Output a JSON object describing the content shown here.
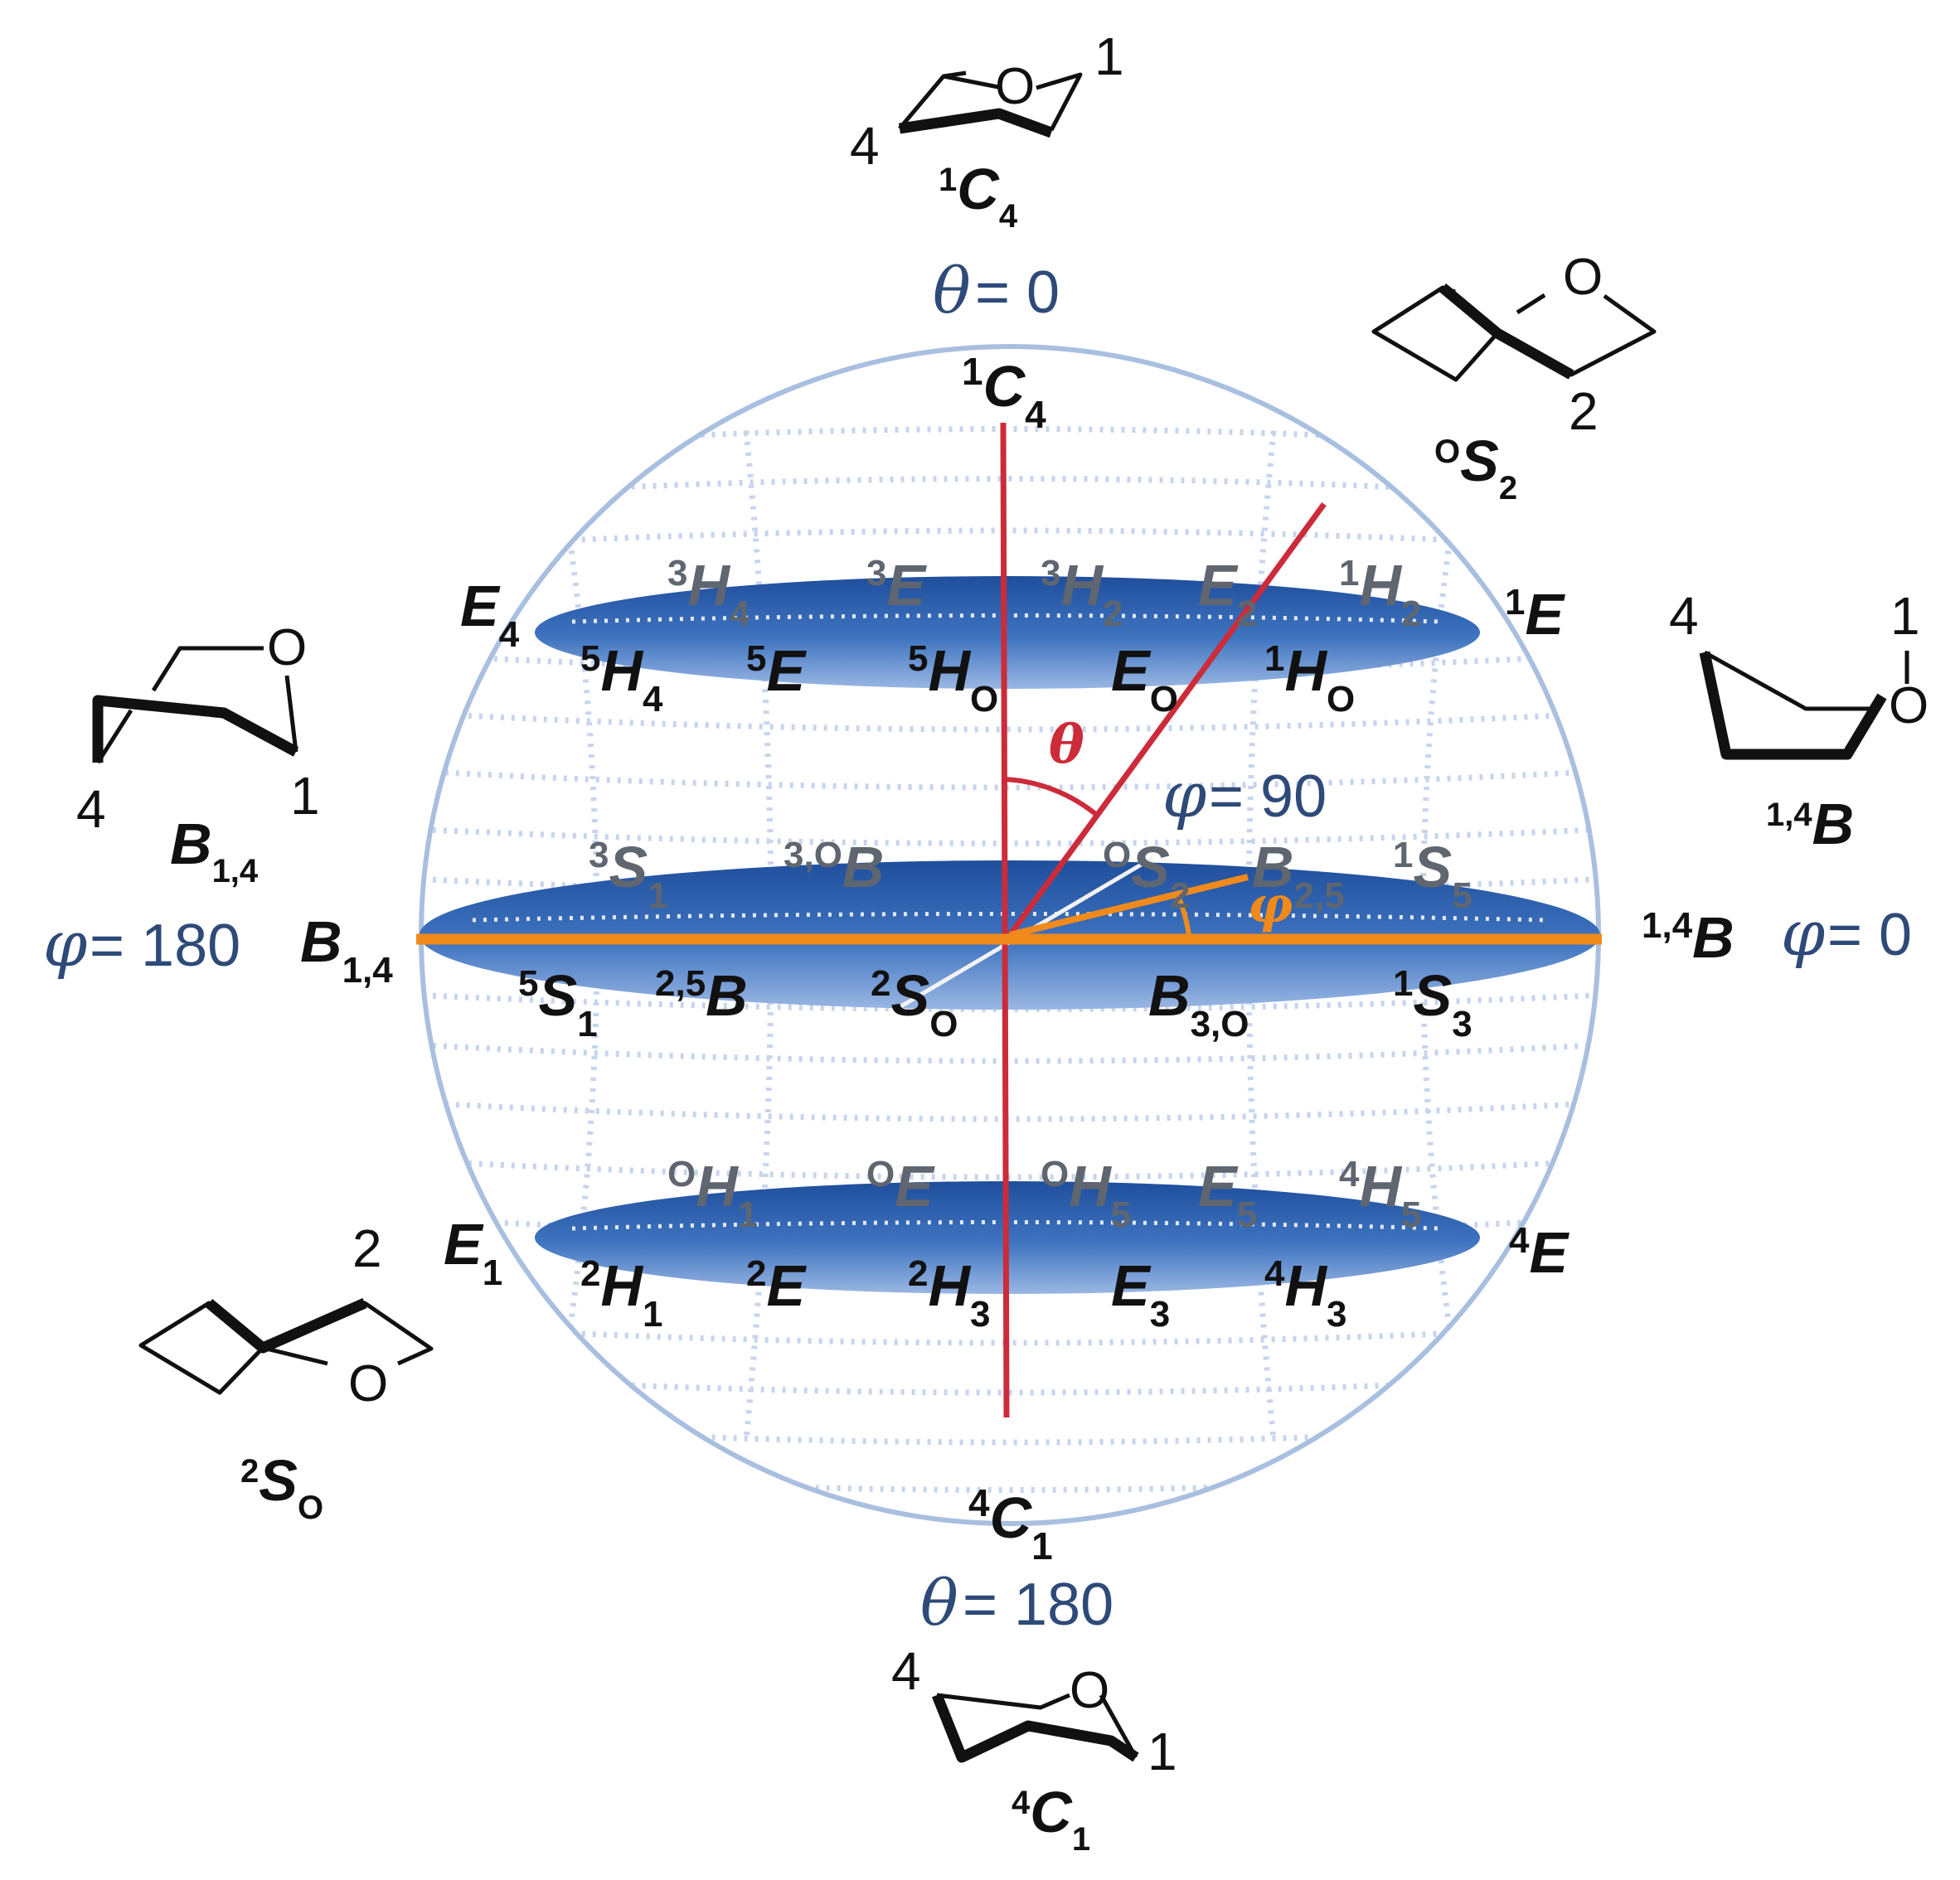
{
  "colors": {
    "sphere_outline": "#a9bfe0",
    "sphere_dots": "#c7d5ec",
    "band_blue": "#2f5fa8",
    "axis_red": "#cc2b3a",
    "axis_orange": "#f08a1c",
    "angle_text": "#2e4a78"
  },
  "angles": {
    "theta_symbol": "θ",
    "phi_symbol": "φ",
    "theta_top": "= 0",
    "theta_bottom": "= 180",
    "phi_right": "= 0",
    "phi_left": "= 180",
    "phi_mid": "= 90"
  },
  "poles": {
    "top": {
      "main": "C",
      "sup": "1",
      "sub": "4"
    },
    "bottom": {
      "main": "C",
      "sup": "4",
      "sub": "1"
    }
  },
  "upper_ring": {
    "back": [
      {
        "sup": "3",
        "main": "H",
        "sub": "4"
      },
      {
        "sup": "3",
        "main": "E",
        "sub": ""
      },
      {
        "sup": "3",
        "main": "H",
        "sub": "2"
      },
      {
        "sup": "",
        "main": "E",
        "sub": "2"
      },
      {
        "sup": "1",
        "main": "H",
        "sub": "2"
      }
    ],
    "front": [
      {
        "sup": "5",
        "main": "H",
        "sub": "4"
      },
      {
        "sup": "5",
        "main": "E",
        "sub": ""
      },
      {
        "sup": "5",
        "main": "H",
        "sub": "O"
      },
      {
        "sup": "",
        "main": "E",
        "sub": "O"
      },
      {
        "sup": "1",
        "main": "H",
        "sub": "O"
      }
    ],
    "left_end": {
      "sup": "",
      "main": "E",
      "sub": "4"
    },
    "right_end": {
      "sup": "1",
      "main": "E",
      "sub": ""
    }
  },
  "equator": {
    "back": [
      {
        "sup": "3",
        "main": "S",
        "sub": "1"
      },
      {
        "sup": "3,O",
        "main": "B",
        "sub": ""
      },
      {
        "sup": "O",
        "main": "S",
        "sub": "2"
      },
      {
        "sup": "",
        "main": "B",
        "sub": "2,5"
      },
      {
        "sup": "1",
        "main": "S",
        "sub": "5"
      }
    ],
    "front": [
      {
        "sup": "5",
        "main": "S",
        "sub": "1"
      },
      {
        "sup": "2,5",
        "main": "B",
        "sub": ""
      },
      {
        "sup": "2",
        "main": "S",
        "sub": "O"
      },
      {
        "sup": "",
        "main": "B",
        "sub": "3,O"
      },
      {
        "sup": "1",
        "main": "S",
        "sub": "3"
      }
    ],
    "left_end": {
      "sup": "",
      "main": "B",
      "sub": "1,4"
    },
    "right_end": {
      "sup": "1,4",
      "main": "B",
      "sub": ""
    }
  },
  "lower_ring": {
    "back": [
      {
        "sup": "O",
        "main": "H",
        "sub": "1"
      },
      {
        "sup": "O",
        "main": "E",
        "sub": ""
      },
      {
        "sup": "O",
        "main": "H",
        "sub": "5"
      },
      {
        "sup": "",
        "main": "E",
        "sub": "5"
      },
      {
        "sup": "4",
        "main": "H",
        "sub": "5"
      }
    ],
    "front": [
      {
        "sup": "2",
        "main": "H",
        "sub": "1"
      },
      {
        "sup": "2",
        "main": "E",
        "sub": ""
      },
      {
        "sup": "2",
        "main": "H",
        "sub": "3"
      },
      {
        "sup": "",
        "main": "E",
        "sub": "3"
      },
      {
        "sup": "4",
        "main": "H",
        "sub": "3"
      }
    ],
    "left_end": {
      "sup": "",
      "main": "E",
      "sub": "1"
    },
    "right_end": {
      "sup": "4",
      "main": "E",
      "sub": ""
    }
  },
  "structures": {
    "top": {
      "label": {
        "sup": "1",
        "main": "C",
        "sub": "4"
      },
      "ring_atom": "O",
      "num_a": "4",
      "num_b": "1"
    },
    "bottom": {
      "label": {
        "sup": "4",
        "main": "C",
        "sub": "1"
      },
      "ring_atom": "O",
      "num_a": "4",
      "num_b": "1"
    },
    "upper_right": {
      "label": {
        "sup": "O",
        "main": "S",
        "sub": "2"
      },
      "ring_atom": "O",
      "num_a": "2"
    },
    "right": {
      "label": {
        "sup": "1,4",
        "main": "B",
        "sub": ""
      },
      "ring_atom": "O",
      "num_a": "4",
      "num_b": "1"
    },
    "left": {
      "label": {
        "sup": "",
        "main": "B",
        "sub": "1,4"
      },
      "ring_atom": "O",
      "num_a": "4",
      "num_b": "1"
    },
    "lower_left": {
      "label": {
        "sup": "2",
        "main": "S",
        "sub": "O"
      },
      "ring_atom": "O",
      "num_a": "2"
    }
  }
}
